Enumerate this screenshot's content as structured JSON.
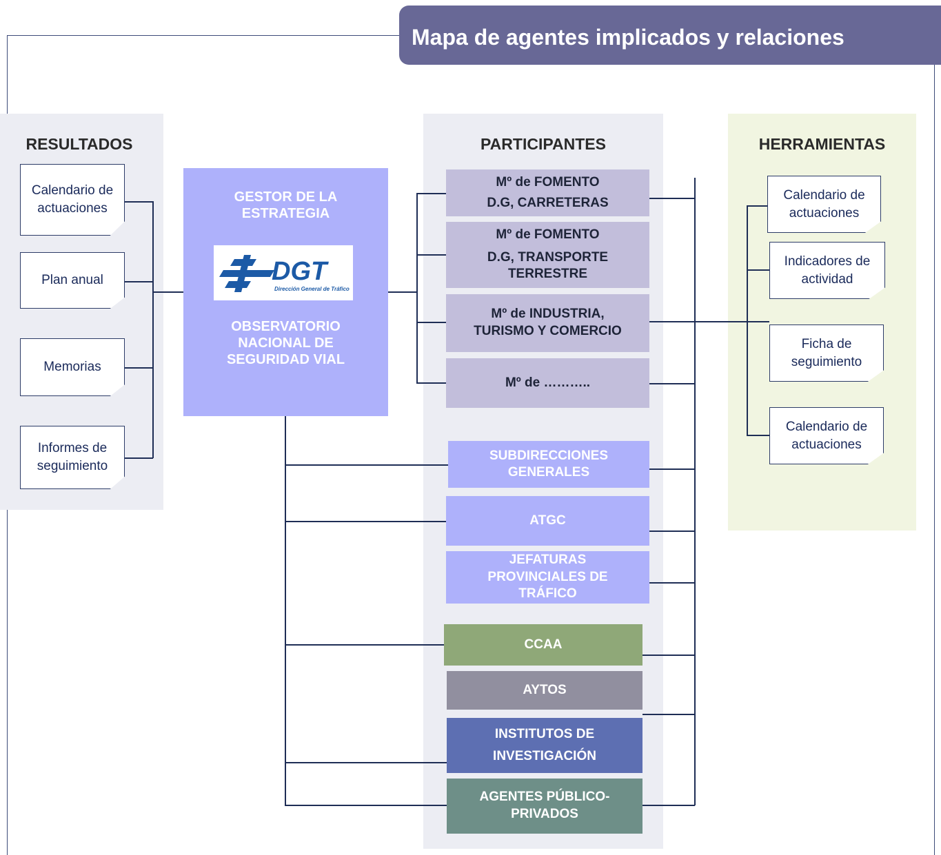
{
  "title": "Mapa de agentes implicados y relaciones",
  "columns": {
    "resultados": "RESULTADOS",
    "participantes": "PARTICIPANTES",
    "herramientas": "HERRAMIENTAS"
  },
  "resultados": [
    "Calendario de actuaciones",
    "Plan anual",
    "Memorias",
    "Informes de seguimiento"
  ],
  "gestor": {
    "title": "GESTOR DE LA ESTRATEGIA",
    "logo_text": "DGT",
    "logo_sub": "Dirección General de Tráfico",
    "observatorio": "OBSERVATORIO NACIONAL DE SEGURIDAD VIAL"
  },
  "ministerios": [
    {
      "line1": "Mº de FOMENTO",
      "line2": "D.G, CARRETERAS"
    },
    {
      "line1": "Mº de FOMENTO",
      "line2": "D.G, TRANSPORTE TERRESTRE"
    },
    {
      "line1": "Mº de INDUSTRIA, TURISMO Y COMERCIO",
      "line2": ""
    },
    {
      "line1": "Mº de ………..",
      "line2": ""
    }
  ],
  "dgt_units": [
    "SUBDIRECCIONES GENERALES",
    "ATGC",
    "JEFATURAS PROVINCIALES DE TRÁFICO"
  ],
  "otros": [
    {
      "label": "CCAA",
      "color": "#8fa878"
    },
    {
      "label": "AYTOS",
      "color": "#918f9f"
    },
    {
      "label": "INSTITUTOS DE INVESTIGACIÓN",
      "color": "#5d6fb2"
    },
    {
      "label": "AGENTES PÚBLICO-PRIVADOS",
      "color": "#6e8f88"
    }
  ],
  "herramientas": [
    "Calendario de actuaciones",
    "Indicadores de actividad",
    "Ficha de seguimiento",
    "Calendario de actuaciones"
  ]
}
